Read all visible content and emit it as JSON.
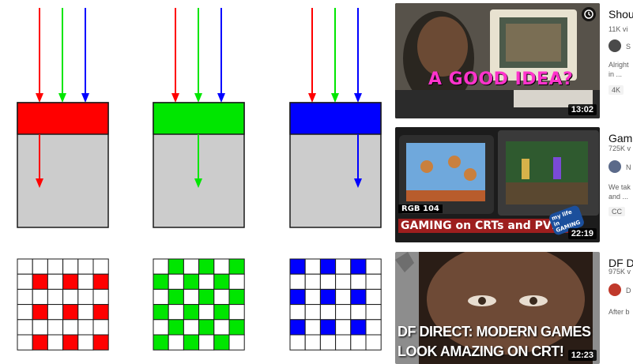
{
  "colors": {
    "red": "#ff0000",
    "green": "#00e600",
    "blue": "#0000ff",
    "gray": "#cccccc",
    "outline": "#1a1a1a"
  },
  "diagram": {
    "filters": [
      {
        "name": "red",
        "pass_color": "#ff0000",
        "grid_pattern": "red"
      },
      {
        "name": "green",
        "pass_color": "#00e600",
        "grid_pattern": "green"
      },
      {
        "name": "blue",
        "pass_color": "#0000ff",
        "grid_pattern": "blue"
      }
    ]
  },
  "videos": [
    {
      "title": "Shou",
      "meta": "11K vi",
      "channel": "S",
      "description": "Alright in ...",
      "badge": "4K",
      "duration": "13:02",
      "overlay": "A GOOD IDEA?"
    },
    {
      "title": "Gam",
      "meta": "725K v",
      "channel": "N",
      "description": "We tak and ...",
      "badge": "CC",
      "duration": "22:19",
      "overlay_tag": "RGB 104",
      "overlay": "GAMING on CRTs and PVMs",
      "logo_text": "my life in GAMING"
    },
    {
      "title": "DF D",
      "meta": "975K v",
      "channel": "D",
      "description": "After b",
      "badge": "",
      "duration": "12:23",
      "overlay": "DF DIRECT: MODERN GAMES LOOK AMAZING ON CRT!",
      "overlay_line1": "DF DIRECT: MODERN GAMES",
      "overlay_line2": "LOOK AMAZING ON CRT!"
    }
  ]
}
